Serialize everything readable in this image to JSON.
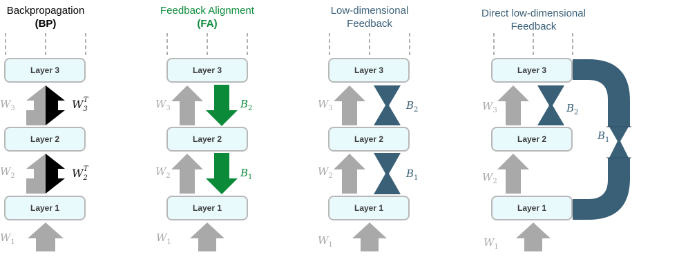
{
  "colors": {
    "grey": "#a9a9a9",
    "black": "#000000",
    "green": "#0b8a3a",
    "teal": "#3a6078",
    "layer_fill": "#e9fafd",
    "layer_border": "#b8b8b8"
  },
  "panels": [
    {
      "title_line1": "Backpropagation",
      "title_line2": "(BP)",
      "title_color": "#000000",
      "layers": [
        "Layer 3",
        "Layer 2",
        "Layer 1"
      ],
      "w_labels": [
        "W",
        "W",
        "W"
      ],
      "w_subs": [
        "3",
        "2",
        "1"
      ],
      "b_labels": [
        "W",
        "W"
      ],
      "b_subs": [
        "3",
        "2"
      ],
      "b_sups": [
        "T",
        "T"
      ]
    },
    {
      "title_line1": "Feedback Alignment",
      "title_line2": "(FA)",
      "title_color": "#0b8a3a",
      "layers": [
        "Layer 3",
        "Layer 2",
        "Layer 1"
      ],
      "w_labels": [
        "W",
        "W",
        "W"
      ],
      "w_subs": [
        "3",
        "2",
        "1"
      ],
      "b_labels": [
        "B",
        "B"
      ],
      "b_subs": [
        "2",
        "1"
      ]
    },
    {
      "title_line1": "Low-dimensional",
      "title_line2": "Feedback",
      "title_color": "#3a6078",
      "layers": [
        "Layer 3",
        "Layer 2",
        "Layer 1"
      ],
      "w_labels": [
        "W",
        "W",
        "W"
      ],
      "w_subs": [
        "3",
        "2",
        "1"
      ],
      "b_labels": [
        "B",
        "B"
      ],
      "b_subs": [
        "2",
        "1"
      ]
    },
    {
      "title_line1": "Direct low-dimensional",
      "title_line2": "Feedback",
      "title_color": "#3a6078",
      "layers": [
        "Layer 3",
        "Layer 2",
        "Layer 1"
      ],
      "w_labels": [
        "W",
        "W",
        "W"
      ],
      "w_subs": [
        "3",
        "2",
        "1"
      ],
      "b_labels": [
        "B",
        "B"
      ],
      "b_subs": [
        "2",
        "1"
      ]
    }
  ]
}
